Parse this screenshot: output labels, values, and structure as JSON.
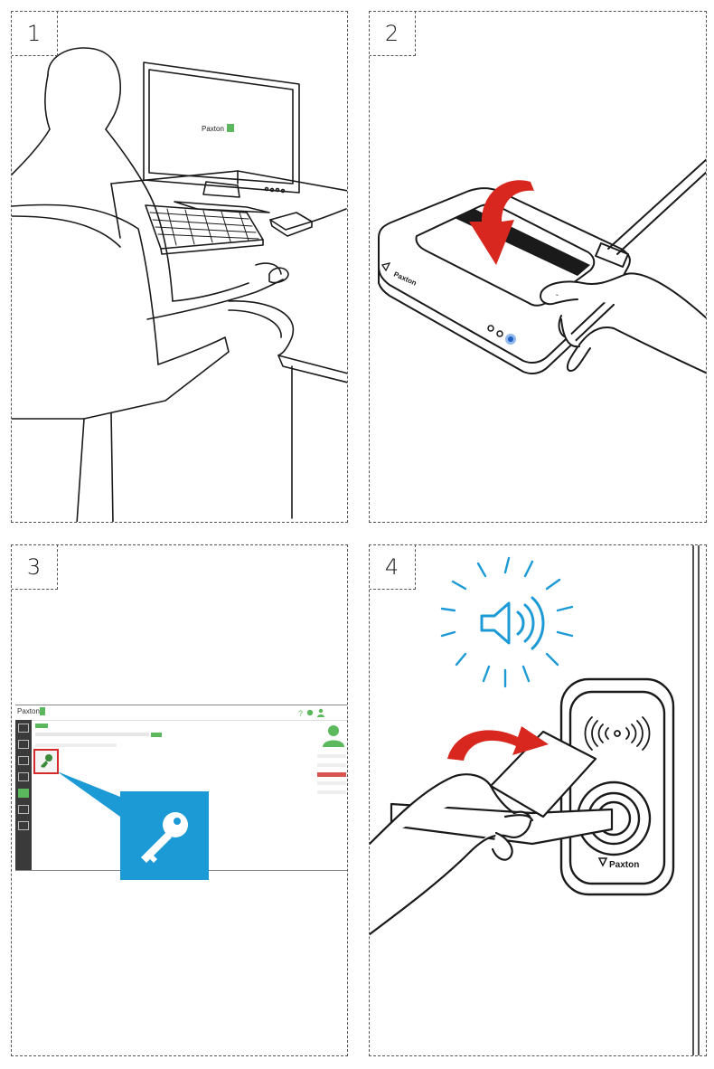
{
  "steps": [
    {
      "number": "1",
      "scene": "user-at-computer"
    },
    {
      "number": "2",
      "scene": "card-on-desktop-reader"
    },
    {
      "number": "3",
      "scene": "software-token-icon"
    },
    {
      "number": "4",
      "scene": "present-card-at-door-reader"
    }
  ],
  "brand": {
    "monitor_logo": "Paxton",
    "reader_logo": "Paxton",
    "door_reader_logo": "Paxton",
    "software_logo": "Paxton"
  },
  "colors": {
    "arrow": "#d8271f",
    "sound": "#1c9ad6",
    "callout": "#1c9ad6",
    "accent_green": "#5cb85c",
    "highlight_red": "#d62a2a",
    "led_blue": "#3a7fe0"
  },
  "icons": {
    "callout_icon": "key-icon",
    "sound_icon": "speaker-icon",
    "reader_icon": "contactless-icon"
  }
}
